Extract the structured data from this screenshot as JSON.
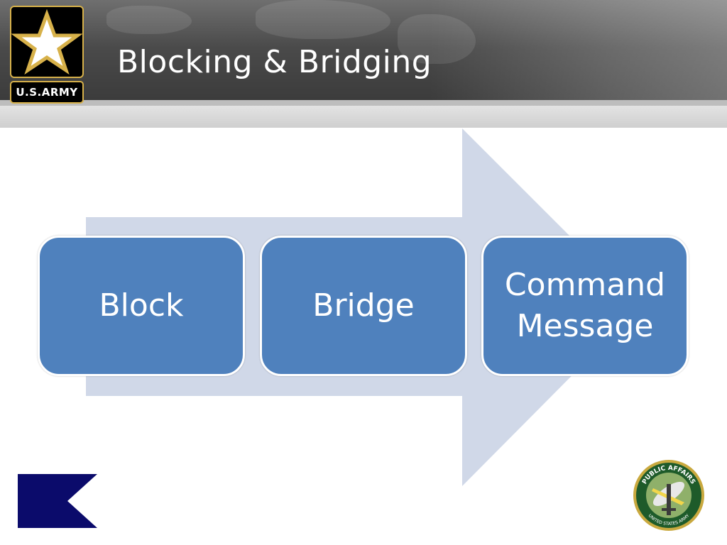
{
  "slide": {
    "title": "Blocking & Bridging"
  },
  "logo": {
    "tag_text": "U.S.ARMY"
  },
  "diagram": {
    "steps": [
      {
        "label": "Block"
      },
      {
        "label": "Bridge"
      },
      {
        "label": "Command\nMessage"
      }
    ],
    "colors": {
      "box_fill": "#4f81bd",
      "arrow_fill": "#d0d8e8",
      "box_border": "#ffffff"
    }
  },
  "seal": {
    "text_top": "PUBLIC AFFAIRS",
    "text_bottom": "UNITED STATES ARMY"
  }
}
